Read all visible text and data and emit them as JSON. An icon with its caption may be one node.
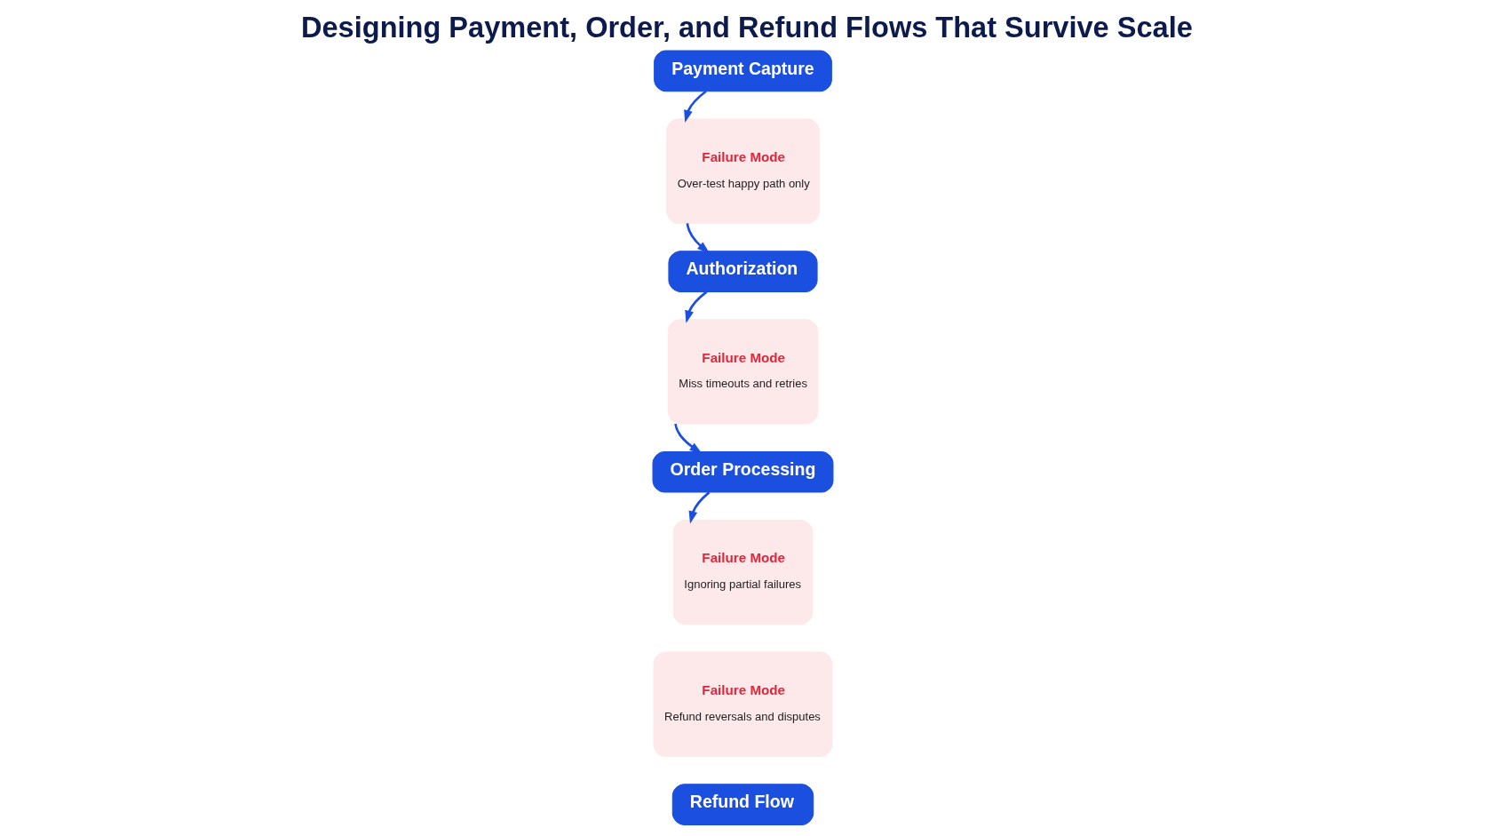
{
  "diagram": {
    "title": "Designing Payment, Order, and Refund Flows That Survive Scale",
    "nodes": [
      {
        "text": [
          "Payment Capture"
        ]
      },
      {
        "text": [
          "Failure Mode",
          "Over-test happy path only"
        ]
      },
      {
        "text": [
          "Authorization"
        ]
      },
      {
        "text": [
          "Failure Mode",
          "Miss timeouts and retries"
        ]
      },
      {
        "text": [
          "Order Processing"
        ]
      },
      {
        "text": [
          "Failure Mode",
          "Ignoring partial failures"
        ]
      },
      {
        "text": [
          "Failure Mode",
          "Refund reversals and disputes"
        ]
      },
      {
        "text": [
          "Refund Flow"
        ]
      }
    ],
    "edges": [
      {
        "from": 0,
        "to": 1,
        "arrow": "to"
      },
      {
        "from": 1,
        "to": 2,
        "arrow": "to"
      },
      {
        "from": 2,
        "to": 3,
        "arrow": "to"
      },
      {
        "from": 3,
        "to": 4,
        "arrow": "to"
      },
      {
        "from": 4,
        "to": 5,
        "arrow": "to"
      }
    ]
  }
}
